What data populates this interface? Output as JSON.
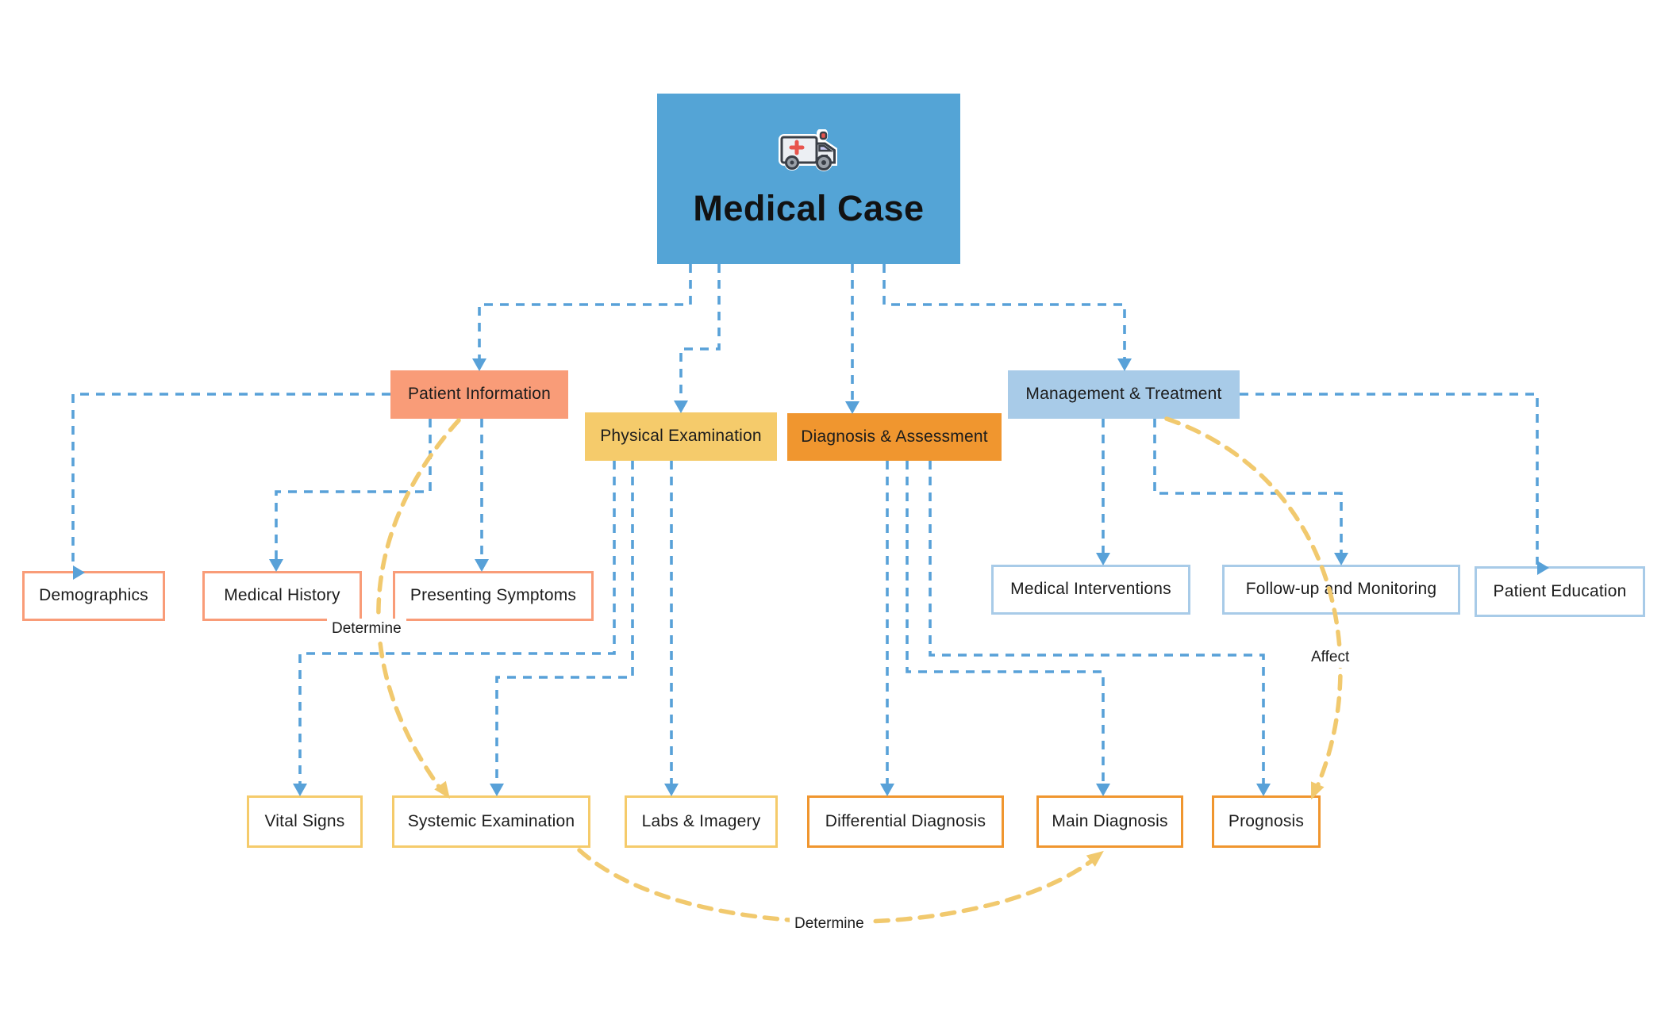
{
  "diagram_title": "Medical Case",
  "nodes": {
    "medical_case": {
      "label": "Medical Case"
    },
    "patient_information": {
      "label": "Patient Information"
    },
    "physical_examination": {
      "label": "Physical Examination"
    },
    "diagnosis_assessment": {
      "label": "Diagnosis & Assessment"
    },
    "management_treatment": {
      "label": "Management & Treatment"
    },
    "demographics": {
      "label": "Demographics"
    },
    "medical_history": {
      "label": "Medical History"
    },
    "presenting_symptoms": {
      "label": "Presenting Symptoms"
    },
    "medical_interventions": {
      "label": "Medical Interventions"
    },
    "follow_up_and_monitoring": {
      "label": "Follow-up and Monitoring"
    },
    "patient_education": {
      "label": "Patient Education"
    },
    "vital_signs": {
      "label": "Vital Signs"
    },
    "systemic_examination": {
      "label": "Systemic Examination"
    },
    "labs_imagery": {
      "label": "Labs & Imagery"
    },
    "differential_diagnosis": {
      "label": "Differential Diagnosis"
    },
    "main_diagnosis": {
      "label": "Main Diagnosis"
    },
    "prognosis": {
      "label": "Prognosis"
    }
  },
  "edge_labels": {
    "determine_upper": "Determine",
    "affect": "Affect",
    "determine_lower": "Determine"
  },
  "icons": {
    "root_icon": "ambulance-icon"
  },
  "colors": {
    "root_fill": "#54A4D6",
    "patient_info_fill": "#F99C78",
    "physical_exam_fill": "#F5CB6B",
    "diagnosis_fill": "#F0962F",
    "management_fill": "#A8CBE8",
    "connector_blue": "#58A1D8",
    "connector_yellow": "#F1C96E",
    "node_text": "#1c1c1c",
    "background": "#ffffff"
  }
}
